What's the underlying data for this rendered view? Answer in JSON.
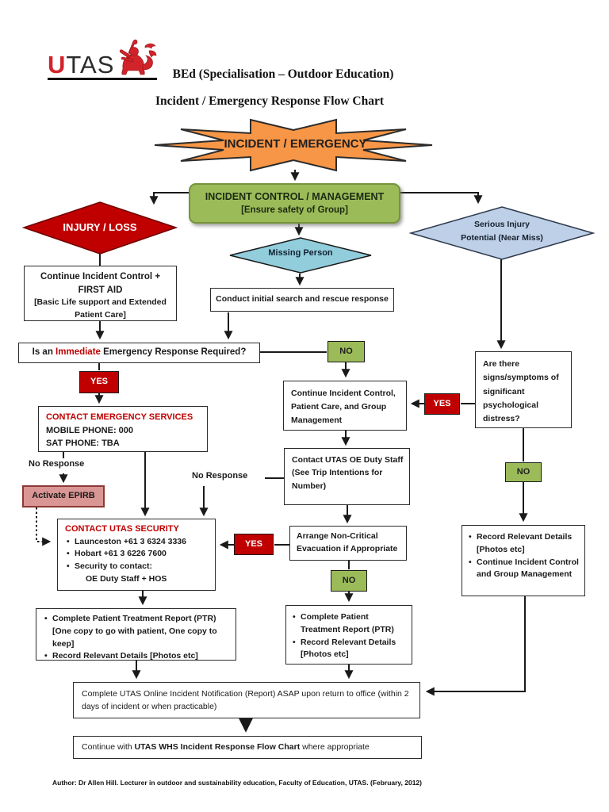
{
  "header": {
    "logo_u": "U",
    "logo_tas": "TAS",
    "title": "BEd (Specialisation – Outdoor Education)",
    "subtitle": "Incident / Emergency Response Flow Chart"
  },
  "nodes": {
    "incident": {
      "label": "INCIDENT / EMERGENCY"
    },
    "control": {
      "title": "INCIDENT CONTROL / MANAGEMENT",
      "subtitle": "[Ensure safety of Group]"
    },
    "injury_loss": {
      "label": "INJURY / LOSS"
    },
    "missing_person": {
      "label": "Missing Person"
    },
    "serious_injury": {
      "line1": "Serious Injury",
      "line2": "Potential (Near Miss)"
    },
    "first_aid": {
      "line1": "Continue Incident Control +",
      "line2": "FIRST AID",
      "line3": "[Basic Life support and Extended Patient Care]"
    },
    "search_rescue": {
      "label": "Conduct initial search and rescue response"
    },
    "immediate_q": {
      "prefix": "Is an ",
      "highlight": "Immediate",
      "suffix": " Emergency Response Required?"
    },
    "contact_emergency": {
      "title": "CONTACT EMERGENCY SERVICES",
      "line1": "MOBILE PHONE: 000",
      "line2": "SAT PHONE: TBA"
    },
    "epirb": {
      "label": "Activate EPIRB"
    },
    "security": {
      "title": "CONTACT UTAS SECURITY",
      "bullet1": "Launceston +61 3 6324 3336",
      "bullet2": "Hobart +61 3 6226 7600",
      "bullet3": "Security to contact:",
      "indent": "OE Duty Staff + HOS"
    },
    "continue_incident": {
      "label": "Continue Incident Control, Patient Care, and Group Management"
    },
    "oe_duty": {
      "line1": "Contact UTAS OE Duty Staff",
      "line2": "(See Trip Intentions for Number)"
    },
    "psych": {
      "label": "Are there signs/symptoms of significant psychological distress?"
    },
    "arrange_evac": {
      "label": "Arrange Non-Critical Evacuation if Appropriate"
    },
    "record_right": {
      "bullet1": "Record Relevant Details [Photos etc]",
      "bullet2": "Continue Incident Control and Group Management"
    },
    "ptr_left": {
      "bullet1_line1": "Complete Patient Treatment Report (PTR)",
      "b1_open": "[",
      "b1_bold_a": "One",
      "b1_text_a": " copy to go with patient, ",
      "b1_bold_b": "One",
      "b1_text_b": " copy to keep]",
      "bullet2": "Record Relevant Details [Photos etc]"
    },
    "ptr_mid": {
      "bullet1": "Complete Patient Treatment Report (PTR)",
      "bullet2": "Record Relevant Details [Photos etc]"
    },
    "online_notification": {
      "label": "Complete UTAS Online Incident Notification (Report) ASAP upon return to office (within 2 days of incident or when practicable)"
    },
    "whs": {
      "prefix": "Continue with ",
      "bold": "UTAS WHS Incident Response Flow Chart",
      "suffix": " where appropriate"
    }
  },
  "labels": {
    "no_response_left": "No Response",
    "no_response_mid": "No Response"
  },
  "decisions": {
    "yes": "YES",
    "no": "NO"
  },
  "footer": "Author: Dr Allen Hill. Lecturer in outdoor and sustainability education, Faculty of Education, UTAS. (February, 2012)",
  "colors": {
    "accent_red": "#C00000",
    "accent_green": "#9BBB59",
    "starburst_orange": "#F79646",
    "missing_blue": "#92CDDC",
    "serious_blue": "#BDD0E7",
    "epirb_pink": "#D99694",
    "logo_red": "#D2232A"
  }
}
